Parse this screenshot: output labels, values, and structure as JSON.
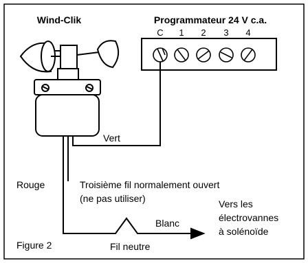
{
  "title_sensor": "Wind-Clik",
  "title_controller": "Programmateur 24 V c.a.",
  "terminals": [
    "C",
    "1",
    "2",
    "3",
    "4"
  ],
  "label_green": "Vert",
  "label_red": "Rouge",
  "label_third_wire_1": "Troisième fil normalement ouvert",
  "label_third_wire_2": "(ne pas utiliser)",
  "label_white": "Blanc",
  "label_valves_1": "Vers les",
  "label_valves_2": "électrovannes",
  "label_valves_3": "à solénoïde",
  "label_neutral": "Fil neutre",
  "figure_label": "Figure 2"
}
